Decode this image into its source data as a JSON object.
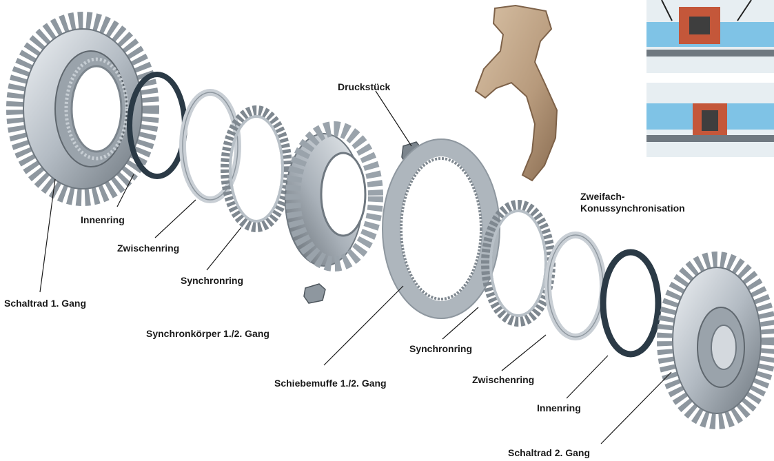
{
  "labels": {
    "druckstueck": "Druckstück",
    "zweifach_line1": "Zweifach-",
    "zweifach_line2": "Konussynchronisation",
    "innenring_left": "Innenring",
    "zwischenring_left": "Zwischenring",
    "synchronring_left": "Synchronring",
    "schaltrad_1": "Schaltrad 1. Gang",
    "synchronkoerper": "Synchronkörper 1./2. Gang",
    "schiebemuffe": "Schiebemuffe 1./2. Gang",
    "synchronring_right": "Synchronring",
    "zwischenring_right": "Zwischenring",
    "innenring_right": "Innenring",
    "schaltrad_2": "Schaltrad 2. Gang"
  },
  "colors": {
    "steel_light": "#d4d9de",
    "steel_mid": "#a9b1b9",
    "steel_dark": "#6f7880",
    "inner_ring": "#2b3a46",
    "fork": "#b79a7c",
    "section_blue": "#7fc3e6",
    "section_red": "#c4573a",
    "label_text": "#1a1a1a"
  }
}
